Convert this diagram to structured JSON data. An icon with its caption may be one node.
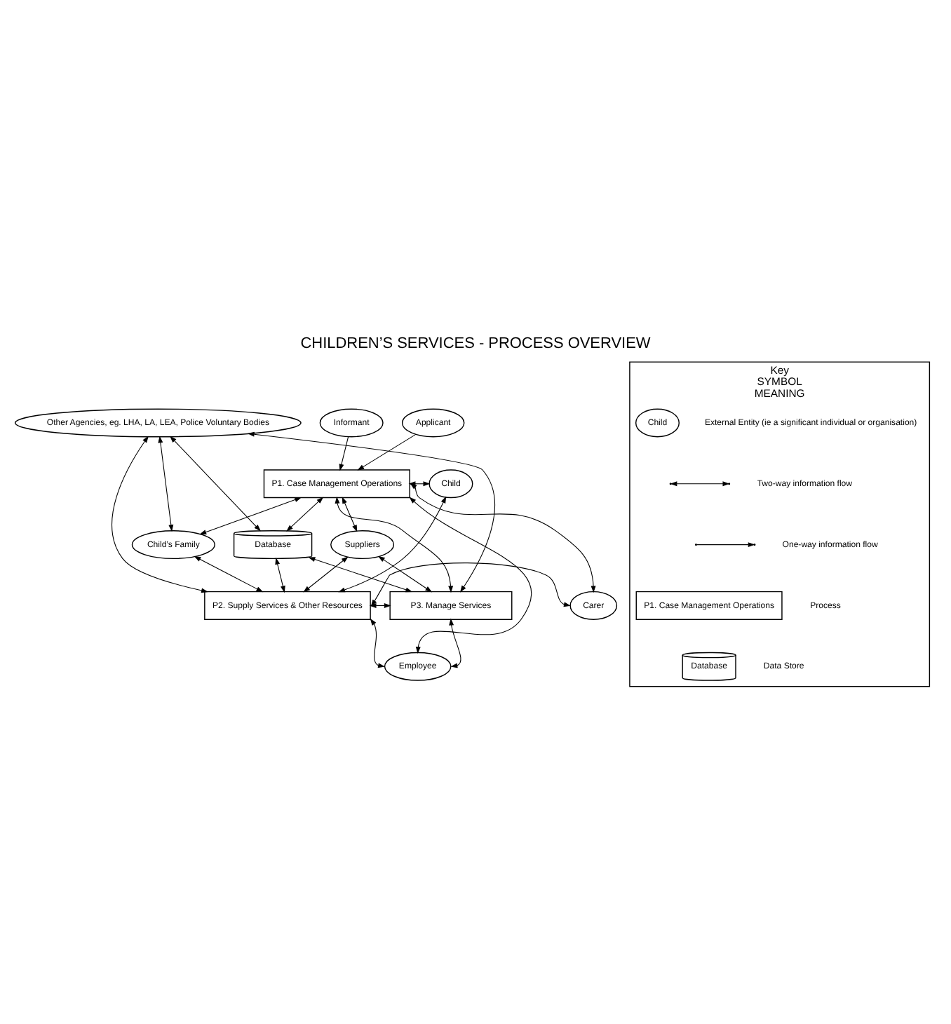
{
  "diagram": {
    "title": "CHILDREN’S SERVICES - PROCESS OVERVIEW",
    "nodes": [
      {
        "text": [
          "Other Agencies, eg. LHA, LA, LEA, Police Voluntary Bodies"
        ]
      },
      {
        "text": [
          "Applicant"
        ]
      },
      {
        "text": [
          "Informant"
        ]
      },
      {
        "text": [
          "Child"
        ]
      },
      {
        "text": [
          "P1. Case Management Operations"
        ]
      },
      {
        "text": [
          "Suppliers"
        ]
      },
      {
        "text": [
          "Database"
        ]
      },
      {
        "text": [
          "Child’s Family"
        ]
      },
      {
        "text": [
          "P2. Supply Services & Other Resources"
        ]
      },
      {
        "text": [
          "Carer"
        ]
      },
      {
        "text": [
          "Employee"
        ]
      },
      {
        "text": [
          "P3. Manage Services"
        ]
      },
      {
        "text": [
          "Key",
          "SYMBOL",
          "MEANING"
        ]
      },
      {
        "text": [
          "Child"
        ],
        "in": 12,
        "beside": [
          "External Entity (ie a significant individual or organisation)"
        ]
      },
      {
        "text": [
          "P1. Case Management Operations"
        ],
        "in": 12,
        "beside": [
          "Process"
        ]
      },
      {
        "text": [
          "Database"
        ],
        "in": 12,
        "beside": [
          "Data Store"
        ]
      }
    ],
    "edges": [
      {
        "from": 1,
        "to": 4,
        "arrow": "to"
      },
      {
        "from": 2,
        "to": 4,
        "arrow": "to"
      },
      {
        "from": 4,
        "to": 3,
        "arrow": "both"
      },
      {
        "from": 4,
        "to": 5,
        "arrow": "both"
      },
      {
        "from": 3,
        "to": 8,
        "arrow": "both"
      },
      {
        "from": 5,
        "to": 8,
        "arrow": "both"
      },
      {
        "from": 0,
        "to": 8,
        "arrow": "both"
      },
      {
        "from": 0,
        "to": 6,
        "arrow": "both"
      },
      {
        "from": 0,
        "to": 11,
        "arrow": "both"
      },
      {
        "from": 0,
        "to": 7,
        "arrow": "both"
      },
      {
        "from": 4,
        "to": 6,
        "arrow": "both"
      },
      {
        "from": 4,
        "to": 9,
        "arrow": "both"
      },
      {
        "from": 4,
        "to": 7,
        "arrow": "both"
      },
      {
        "from": 4,
        "to": 10,
        "arrow": "both"
      },
      {
        "from": 4,
        "to": 11,
        "arrow": "both"
      },
      {
        "from": 5,
        "to": 11,
        "arrow": "both"
      },
      {
        "from": 6,
        "to": 8,
        "arrow": "both"
      },
      {
        "from": 6,
        "to": 11,
        "arrow": "both"
      },
      {
        "from": 7,
        "to": 8,
        "arrow": "both"
      },
      {
        "from": 8,
        "to": 9,
        "arrow": "both"
      },
      {
        "from": 8,
        "to": 10,
        "arrow": "both"
      },
      {
        "from": 10,
        "to": 11,
        "arrow": "both"
      },
      {
        "from": 8,
        "to": 11,
        "arrow": "both"
      }
    ],
    "legend": [
      {
        "text": "Two-way information flow"
      },
      {
        "text": "One-way information flow"
      }
    ]
  }
}
